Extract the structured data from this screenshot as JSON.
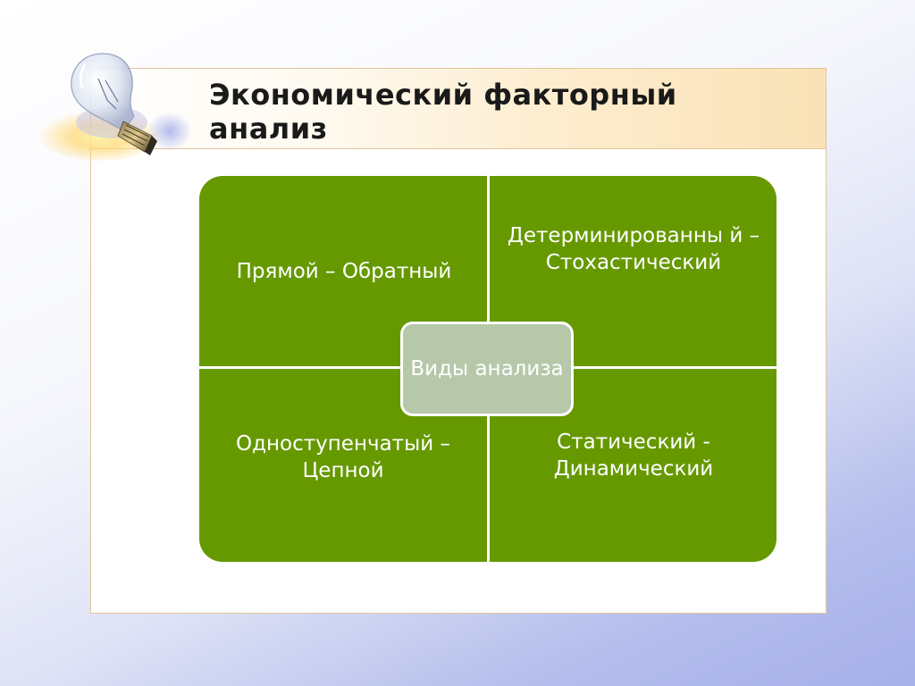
{
  "slide": {
    "title": "Экономический факторный анализ"
  },
  "diagram": {
    "center": "Виды анализа",
    "top_left": "Прямой – Обратный",
    "top_right": "Детерминированны й – Стохастический",
    "bottom_left": "Одноступенчатый – Цепной",
    "bottom_right": "Статический - Динамический"
  },
  "colors": {
    "quadrant_fill": "#669900",
    "center_fill": "#b6c8a9",
    "frame_border": "#e2c59a",
    "title_band": "#fae2b6",
    "background_accent": "#a7b0ea"
  },
  "icons": {
    "decoration": "light-bulb-icon"
  }
}
